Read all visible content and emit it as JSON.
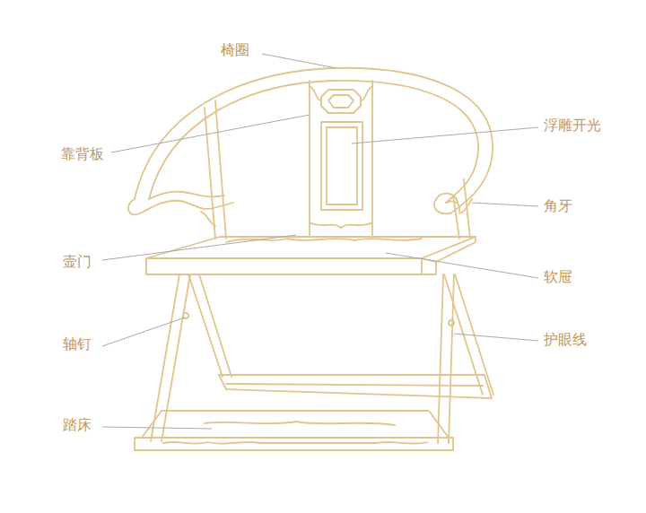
{
  "diagram": {
    "labels": [
      "椅圈",
      "靠背板",
      "浮雕开光",
      "角牙",
      "壸门",
      "软屉",
      "轴钉",
      "护眼线",
      "踏床"
    ]
  }
}
